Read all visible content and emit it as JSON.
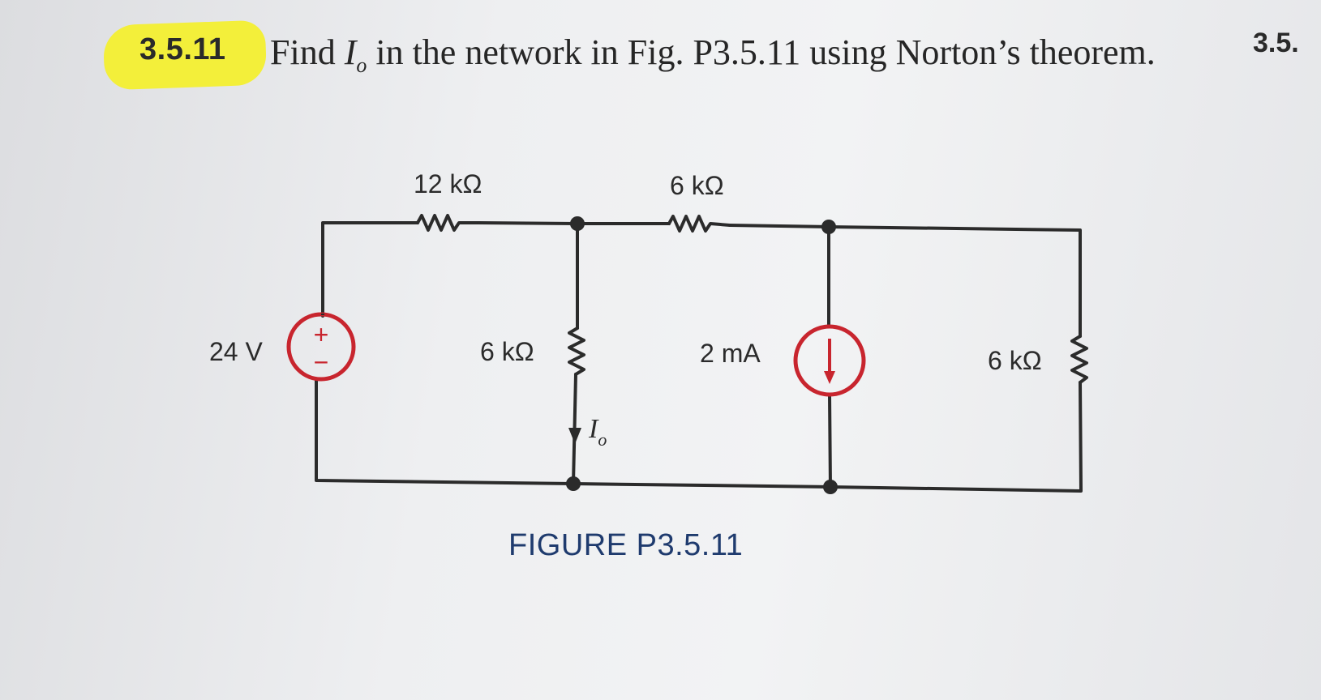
{
  "problem": {
    "number": "3.5.11",
    "text_before": "Find ",
    "variable": "I",
    "variable_sub": "o",
    "text_after": " in the network in Fig. P3.5.11 using Norton’s theorem.",
    "next_number": "3.5."
  },
  "circuit": {
    "source_voltage": "24 V",
    "source_plus": "+",
    "source_minus": "−",
    "r_top_left": "12 kΩ",
    "r_top_right": "6 kΩ",
    "r_middle": "6 kΩ",
    "current_source": "2 mA",
    "r_right": "6 kΩ",
    "current_label": "I",
    "current_label_sub": "o"
  },
  "figure": {
    "caption": "FIGURE P3.5.11"
  },
  "colors": {
    "highlight": "#f3ef3a",
    "source_red": "#c8252e",
    "caption_blue": "#1f3b6e",
    "wire": "#2b2b2b"
  }
}
